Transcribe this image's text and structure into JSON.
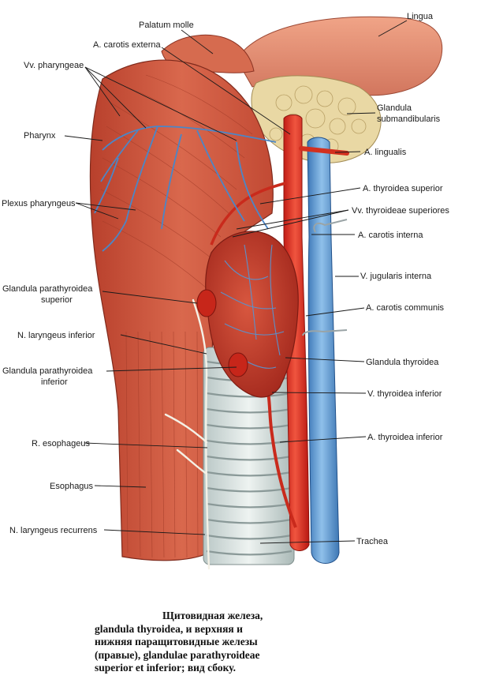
{
  "labels": {
    "palatum_molle": "Palatum molle",
    "lingua": "Lingua",
    "a_carotis_externa": "A. carotis externa",
    "vv_pharyngeae": "Vv. pharyngeae",
    "glandula_submandibularis_1": "Glandula",
    "glandula_submandibularis_2": "submandibularis",
    "pharynx": "Pharynx",
    "a_lingualis": "A. lingualis",
    "a_thyroidea_superior": "A. thyroidea superior",
    "plexus_pharyngeus": "Plexus pharyngeus",
    "vv_thyroideae_superiores": "Vv. thyroideae superiores",
    "a_carotis_interna": "A. carotis interna",
    "glandula_parathyroidea_superior_1": "Glandula parathyroidea",
    "glandula_parathyroidea_superior_2": "superior",
    "v_jugularis_interna": "V. jugularis interna",
    "a_carotis_communis": "A. carotis communis",
    "n_laryngeus_inferior": "N. laryngeus inferior",
    "glandula_thyroidea": "Glandula thyroidea",
    "glandula_parathyroidea_inferior_1": "Glandula parathyroidea",
    "glandula_parathyroidea_inferior_2": "inferior",
    "v_thyroidea_inferior": "V. thyroidea inferior",
    "r_esophageus": "R. esophageus",
    "a_thyroidea_inferior": "A. thyroidea inferior",
    "esophagus": "Esophagus",
    "n_laryngeus_recurrens": "N. laryngeus recurrens",
    "trachea": "Trachea"
  },
  "caption": {
    "line1": "Щитовидная железа,",
    "line2": "glandula thyroidea, и верхняя и",
    "line3": "нижняя паращитовидные железы",
    "line4": "(правые), glandulae parathyroideae",
    "line5": "superior et inferior; вид сбоку."
  }
}
